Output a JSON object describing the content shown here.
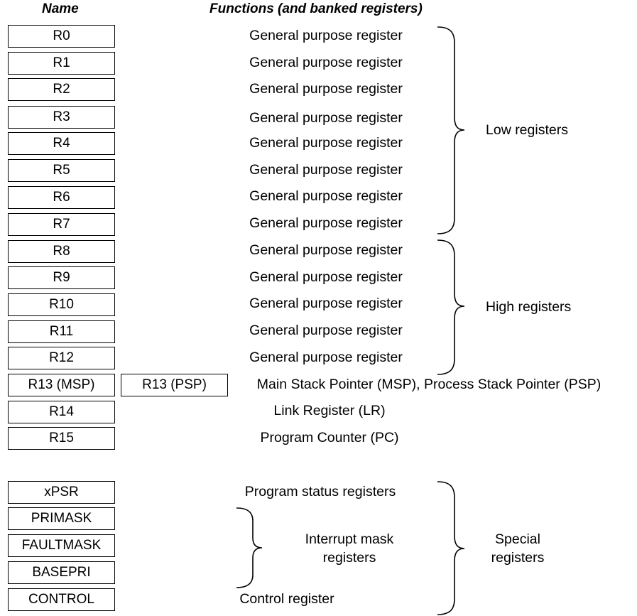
{
  "headers": {
    "name": "Name",
    "functions": "Functions (and banked registers)"
  },
  "registers": [
    {
      "name": "R0",
      "function": "General purpose register"
    },
    {
      "name": "R1",
      "function": "General purpose register"
    },
    {
      "name": "R2",
      "function": "General purpose register"
    },
    {
      "name": "R3",
      "function": "General purpose register"
    },
    {
      "name": "R4",
      "function": "General purpose register"
    },
    {
      "name": "R5",
      "function": "General purpose register"
    },
    {
      "name": "R6",
      "function": "General purpose register"
    },
    {
      "name": "R7",
      "function": "General purpose register"
    },
    {
      "name": "R8",
      "function": "General purpose register"
    },
    {
      "name": "R9",
      "function": "General purpose register"
    },
    {
      "name": "R10",
      "function": "General purpose register"
    },
    {
      "name": "R11",
      "function": "General purpose register"
    },
    {
      "name": "R12",
      "function": "General purpose register"
    },
    {
      "name": "R13 (MSP)",
      "banked": "R13 (PSP)",
      "function": "Main Stack Pointer (MSP), Process Stack Pointer (PSP)"
    },
    {
      "name": "R14",
      "function": "Link Register (LR)"
    },
    {
      "name": "R15",
      "function": "Program Counter (PC)"
    }
  ],
  "special_registers": [
    {
      "name": "xPSR"
    },
    {
      "name": "PRIMASK"
    },
    {
      "name": "FAULTMASK"
    },
    {
      "name": "BASEPRI"
    },
    {
      "name": "CONTROL"
    }
  ],
  "special_functions": {
    "xpsr": "Program status registers",
    "mask_line1": "Interrupt mask",
    "mask_line2": "registers",
    "control": "Control register"
  },
  "groups": {
    "low": "Low registers",
    "high": "High registers",
    "special_line1": "Special",
    "special_line2": "registers"
  }
}
